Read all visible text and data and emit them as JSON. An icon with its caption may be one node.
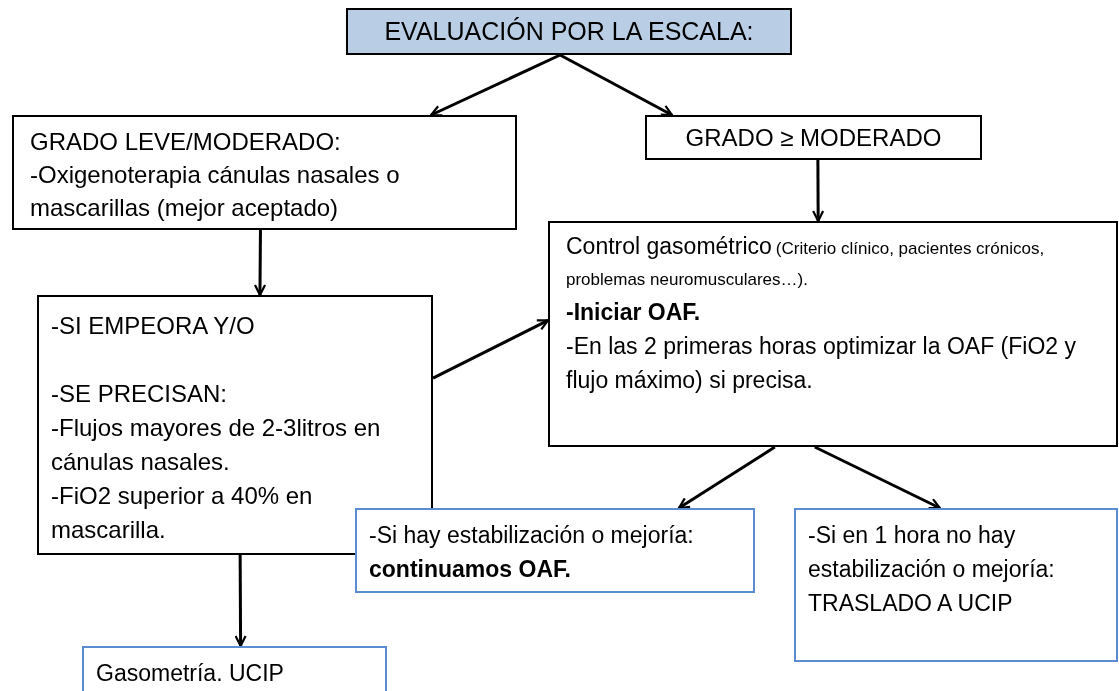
{
  "diagram": {
    "nodes": [
      {
        "text": [
          "EVALUACIÓN POR LA ESCALA:"
        ]
      },
      {
        "text": [
          "GRADO LEVE/MODERADO:",
          "-Oxigenoterapia cánulas nasales o mascarillas (mejor aceptado)"
        ]
      },
      {
        "text": [
          "GRADO ≥ MODERADO"
        ]
      },
      {
        "text": [
          "-SI EMPEORA Y/O",
          "-SE PRECISAN:",
          "-Flujos mayores de 2-3litros en cánulas nasales.",
          "-FiO2 superior a 40% en mascarilla."
        ]
      },
      {
        "text": [
          "Control gasométrico",
          "(Criterio clínico, pacientes crónicos, problemas neuromusculares…).",
          "-**Iniciar OAF.**",
          "-En las 2 primeras horas optimizar la OAF (FiO2 y flujo máximo) si precisa."
        ]
      },
      {
        "text": [
          "-Si hay estabilización o mejoría: **continuamos OAF.**"
        ]
      },
      {
        "text": [
          "-Si en 1 hora no hay estabilización o mejoría: TRASLADO A UCIP"
        ]
      },
      {
        "text": [
          "Gasometría. UCIP"
        ]
      }
    ],
    "edges": [
      {
        "from": 0,
        "to": 1,
        "arrow": "to"
      },
      {
        "from": 0,
        "to": 2,
        "arrow": "to"
      },
      {
        "from": 1,
        "to": 3,
        "arrow": "to"
      },
      {
        "from": 2,
        "to": 4,
        "arrow": "to"
      },
      {
        "from": 3,
        "to": 4,
        "arrow": "to"
      },
      {
        "from": 4,
        "to": 5,
        "arrow": "to"
      },
      {
        "from": 4,
        "to": 6,
        "arrow": "to"
      },
      {
        "from": 3,
        "to": 7,
        "arrow": "to"
      }
    ]
  }
}
